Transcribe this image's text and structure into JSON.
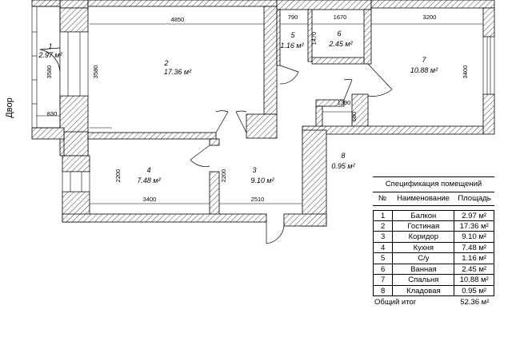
{
  "side_label": "Двор",
  "dimensions": {
    "room2_width": "4850",
    "room5_width": "790",
    "room6_width": "1670",
    "room7_width": "3200",
    "room1_height": "3580",
    "room2_height": "3580",
    "room5_height": "1470",
    "room7_height": "3400",
    "balcony_depth": "830",
    "closet_width": "1390",
    "closet_depth": "680",
    "room4_height": "2200",
    "room3_height": "2200",
    "room4_width": "3400",
    "room3_width": "2510"
  },
  "rooms": [
    {
      "number": "1",
      "area": "2.97 м²"
    },
    {
      "number": "2",
      "area": "17.36 м²"
    },
    {
      "number": "3",
      "area": "9.10 м²"
    },
    {
      "number": "4",
      "area": "7.48 м²"
    },
    {
      "number": "5",
      "area": "1.16 м²"
    },
    {
      "number": "6",
      "area": "2.45 м²"
    },
    {
      "number": "7",
      "area": "10.88 м²"
    },
    {
      "number": "8",
      "area": "0.95 м²"
    }
  ],
  "spec_table": {
    "title": "Спецификация помещений",
    "headers": [
      "№",
      "Наименование",
      "Площадь"
    ],
    "rows": [
      {
        "num": "1",
        "name": "Балкон",
        "area": "2.97 м²"
      },
      {
        "num": "2",
        "name": "Гостиная",
        "area": "17.36 м²"
      },
      {
        "num": "3",
        "name": "Коридор",
        "area": "9.10 м²"
      },
      {
        "num": "4",
        "name": "Кухня",
        "area": "7.48 м²"
      },
      {
        "num": "5",
        "name": "С/у",
        "area": "1.16 м²"
      },
      {
        "num": "6",
        "name": "Ванная",
        "area": "2.45 м²"
      },
      {
        "num": "7",
        "name": "Спальня",
        "area": "10.88 м²"
      },
      {
        "num": "8",
        "name": "Кладовая",
        "area": "0.95 м²"
      }
    ],
    "total_label": "Общий итог",
    "total_value": "52.36 м²"
  }
}
